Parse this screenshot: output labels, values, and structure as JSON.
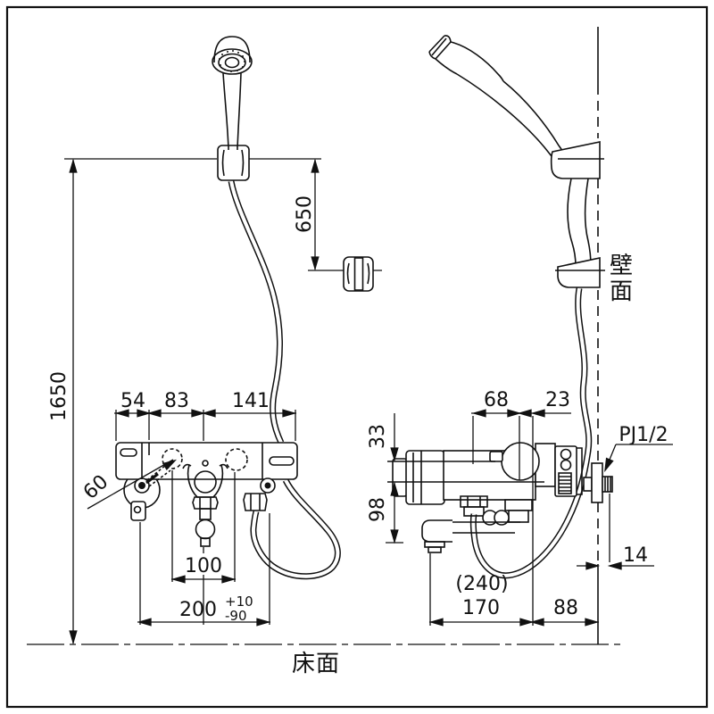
{
  "front_view": {
    "overall_height": "1650",
    "hanger_to_hook": "650",
    "width_left": "54",
    "width_mid": "83",
    "width_right": "141",
    "valve_swing_angle": "60",
    "outlet_spacing": "100",
    "pipe_pitch": "200",
    "pipe_pitch_tol_upper": "+10",
    "pipe_pitch_tol_lower": "-90"
  },
  "side_view": {
    "face_to_handle": "68",
    "handle_to_mount": "23",
    "shower_port_offset": "33",
    "spout_drop": "98",
    "wall_protrusion": "14",
    "spout_reach_ref": "(240)",
    "spout_reach": "170",
    "mount_to_wall": "88",
    "thread_spec": "PJ1/2"
  },
  "labels": {
    "wall": "壁面",
    "floor": "床面"
  }
}
